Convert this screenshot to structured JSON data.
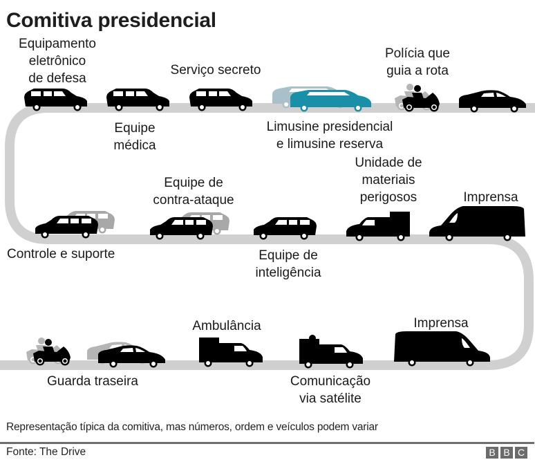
{
  "title": "Comitiva presidencial",
  "colors": {
    "road": "#d0d0d0",
    "vehicle": "#000000",
    "shadow_vehicle": "#a8a8a8",
    "limousine": "#1a8fa8",
    "limousine_reserve": "#a9c0ca",
    "divider": "#6e6e6e",
    "logo_block": "#6b6b6b"
  },
  "labels": {
    "electronic_defense": "Equipamento eletrônico de defesa",
    "electronic_defense_lines": [
      "Equipamento",
      "eletrônico",
      "de defesa"
    ],
    "medical_team_lines": [
      "Equipe",
      "médica"
    ],
    "secret_service": "Serviço secreto",
    "limousine_lines": [
      "Limusine presidencial",
      "e limusine reserva"
    ],
    "police_lines": [
      "Polícia que",
      "guia a rota"
    ],
    "counter_assault_lines": [
      "Equipe de",
      "contra-ataque"
    ],
    "control_support": "Controle e suporte",
    "intelligence_lines": [
      "Equipe de",
      "inteligência"
    ],
    "hazmat_lines": [
      "Unidade de",
      "materiais",
      "perigosos"
    ],
    "press_row2": "Imprensa",
    "ambulance": "Ambulância",
    "press_row3": "Imprensa",
    "rear_guard": "Guarda traseira",
    "satellite_lines": [
      "Comunicação",
      "via satélite"
    ]
  },
  "vehicles": {
    "row1": [
      "suv",
      "suv",
      "suv",
      "limousine-pair",
      "police-motorcycle",
      "sedan"
    ],
    "row2": [
      "suv-pair",
      "suv-pair",
      "suv",
      "hazmat-truck",
      "press-van"
    ],
    "row3": [
      "motorcycle-pair",
      "sedan-pair",
      "ambulance",
      "satellite-truck",
      "press-van"
    ]
  },
  "footer": {
    "note": "Representação típica da comitiva, mas números, ordem e veículos podem variar",
    "source": "Fonte: The Drive",
    "logo_letters": [
      "B",
      "B",
      "C"
    ]
  }
}
